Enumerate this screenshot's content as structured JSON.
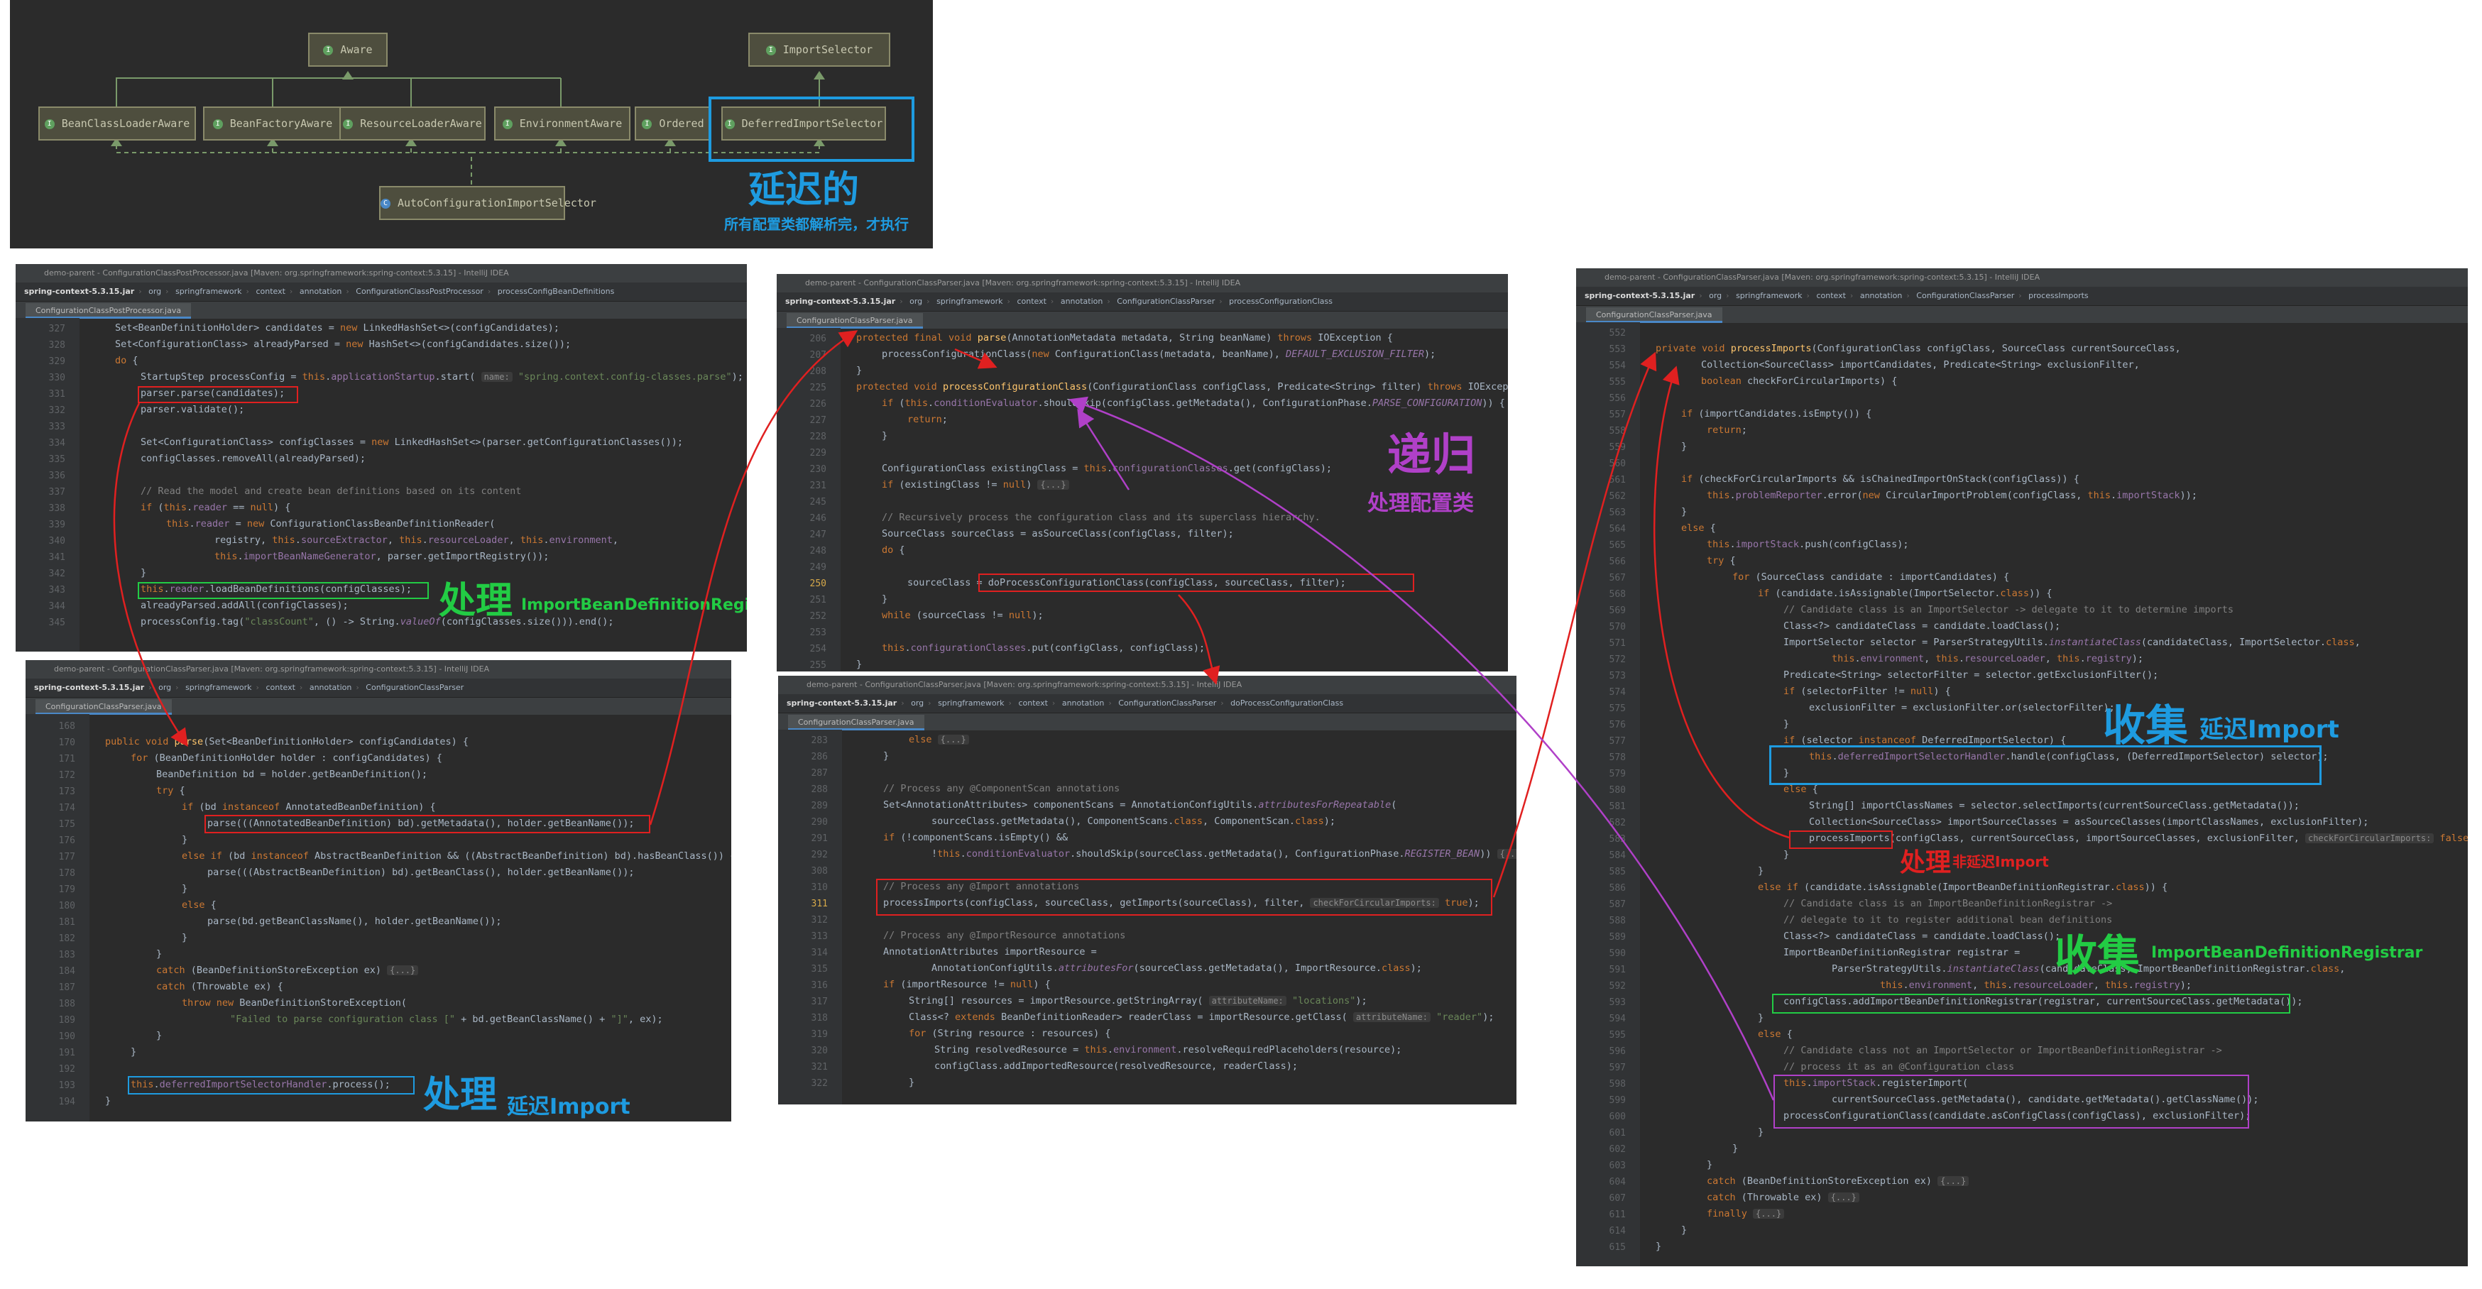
{
  "colors": {
    "accent_red": "#e02020",
    "accent_green": "#22cc44",
    "accent_blue": "#1e9be0",
    "accent_purple": "#b040c8",
    "editor_bg": "#2b2b2b"
  },
  "diagram": {
    "classes": {
      "aware": "Aware",
      "import_selector": "ImportSelector",
      "bean_class_loader_aware": "BeanClassLoaderAware",
      "bean_factory_aware": "BeanFactoryAware",
      "resource_loader_aware": "ResourceLoaderAware",
      "environment_aware": "EnvironmentAware",
      "ordered": "Ordered",
      "deferred_import_selector": "DeferredImportSelector",
      "auto_configuration_import_selector": "AutoConfigurationImportSelector"
    },
    "note_title": "延迟的",
    "note_sub": "所有配置类都解析完，才执行"
  },
  "win1": {
    "title": "demo-parent - ConfigurationClassPostProcessor.java [Maven: org.springframework:spring-context:5.3.15] - IntelliJ IDEA",
    "crumbs": [
      "spring-context-5.3.15.jar",
      "org",
      "springframework",
      "context",
      "annotation",
      "ConfigurationClassPostProcessor",
      "processConfigBeanDefinitions"
    ],
    "tab": "ConfigurationClassPostProcessor.java",
    "annot_main": "处理",
    "annot_sub": "ImportBeanDefinitionRegistrar"
  },
  "win2": {
    "title": "demo-parent - ConfigurationClassParser.java [Maven: org.springframework:spring-context:5.3.15] - IntelliJ IDEA",
    "crumbs": [
      "spring-context-5.3.15.jar",
      "org",
      "springframework",
      "context",
      "annotation",
      "ConfigurationClassParser"
    ],
    "tab": "ConfigurationClassParser.java",
    "annot_main": "处理",
    "annot_sub": "延迟Import"
  },
  "win3": {
    "title": "demo-parent - ConfigurationClassParser.java [Maven: org.springframework:spring-context:5.3.15] - IntelliJ IDEA",
    "crumbs": [
      "spring-context-5.3.15.jar",
      "org",
      "springframework",
      "context",
      "annotation",
      "ConfigurationClassParser",
      "processConfigurationClass"
    ],
    "tab": "ConfigurationClassParser.java",
    "annot_main": "递归",
    "annot_sub": "处理配置类"
  },
  "win4": {
    "title": "demo-parent - ConfigurationClassParser.java [Maven: org.springframework:spring-context:5.3.15] - IntelliJ IDEA",
    "crumbs": [
      "spring-context-5.3.15.jar",
      "org",
      "springframework",
      "context",
      "annotation",
      "ConfigurationClassParser",
      "doProcessConfigurationClass"
    ],
    "tab": "ConfigurationClassParser.java"
  },
  "win5": {
    "title": "demo-parent - ConfigurationClassParser.java [Maven: org.springframework:spring-context:5.3.15] - IntelliJ IDEA",
    "crumbs": [
      "spring-context-5.3.15.jar",
      "org",
      "springframework",
      "context",
      "annotation",
      "ConfigurationClassParser",
      "processImports"
    ],
    "tab": "ConfigurationClassParser.java",
    "annot_collect_deferred_main": "收集",
    "annot_collect_deferred_sub": "延迟Import",
    "annot_process_main": "处理",
    "annot_process_sub": "非延迟Import",
    "annot_collect_registrar_main": "收集",
    "annot_collect_registrar_sub": "ImportBeanDefinitionRegistrar"
  }
}
